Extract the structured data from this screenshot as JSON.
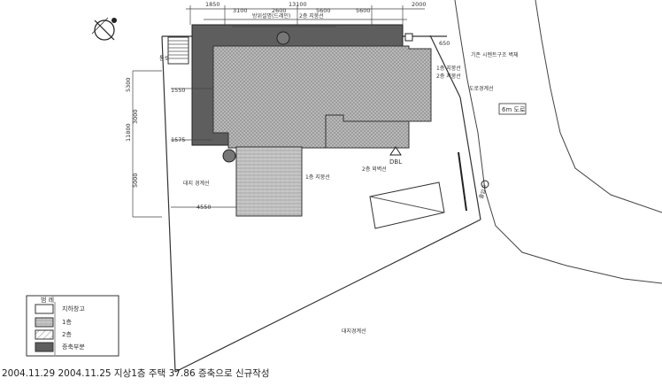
{
  "dimensions": {
    "top_row_1": [
      "1850",
      "3100",
      "13100",
      "5600",
      "2000"
    ],
    "top_row_2": [
      "2600",
      "5600"
    ],
    "left": [
      "5300",
      "11800",
      "3000",
      "5000"
    ],
    "left_extra": [
      "1550",
      "1575"
    ],
    "small_block": "4550",
    "right_marker": "650"
  },
  "labels": {
    "top_note_1": "방위설명(드레인)",
    "top_note_2": "2층 지붕선",
    "right_note_1": "기존 시멘트구조 벽체",
    "right_note_2": "1층 지붕선",
    "right_note_3": "2층 지붕선",
    "right_note_4": "도로경계선",
    "road_width": "6m 도로",
    "left_note": "대지 경계선",
    "floor1_roof": "1층 지붕선",
    "floor2_roof": "2층 외벽선",
    "north_marker": "DBL",
    "bottom_note": "대지경계선",
    "entrance_label": "출입구",
    "left_small": "통로"
  },
  "legend": {
    "title": "범 례",
    "items": [
      {
        "label": "지하창고"
      },
      {
        "label": "1층"
      },
      {
        "label": "2층"
      },
      {
        "label": "증축부분"
      }
    ]
  },
  "caption": "2004.11.29 2004.11.25 지상1층 주택 37.86 증축으로 신규작성"
}
